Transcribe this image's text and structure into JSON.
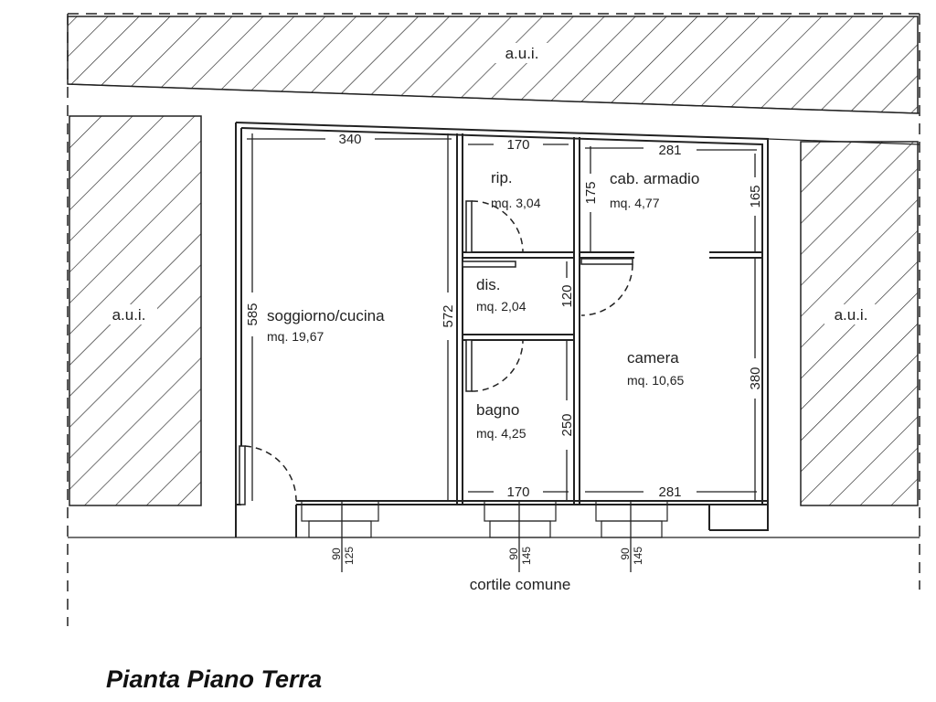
{
  "title": "Pianta Piano Terra",
  "neighbors": {
    "label": "a.u.i."
  },
  "courtyard": "cortile comune",
  "rooms": {
    "soggiorno": {
      "name": "soggiorno/cucina",
      "area": "mq. 19,67"
    },
    "rip": {
      "name": "rip.",
      "area": "mq. 3,04"
    },
    "cab": {
      "name": "cab. armadio",
      "area": "mq. 4,77"
    },
    "dis": {
      "name": "dis.",
      "area": "mq. 2,04"
    },
    "camera": {
      "name": "camera",
      "area": "mq. 10,65"
    },
    "bagno": {
      "name": "bagno",
      "area": "mq. 4,25"
    }
  },
  "dimensions": {
    "soggiorno_width": "340",
    "rip_width": "170",
    "cab_width": "281",
    "soggiorno_depth": "585",
    "middle_depth": "572",
    "rip_depth": "175",
    "cab_depth": "165",
    "dis_depth": "120",
    "camera_depth": "380",
    "bagno_depth": "250",
    "bagno_width": "170",
    "camera_width": "281"
  },
  "windows": [
    {
      "sill": "90",
      "height": "125"
    },
    {
      "sill": "90",
      "height": "145"
    },
    {
      "sill": "90",
      "height": "145"
    }
  ]
}
